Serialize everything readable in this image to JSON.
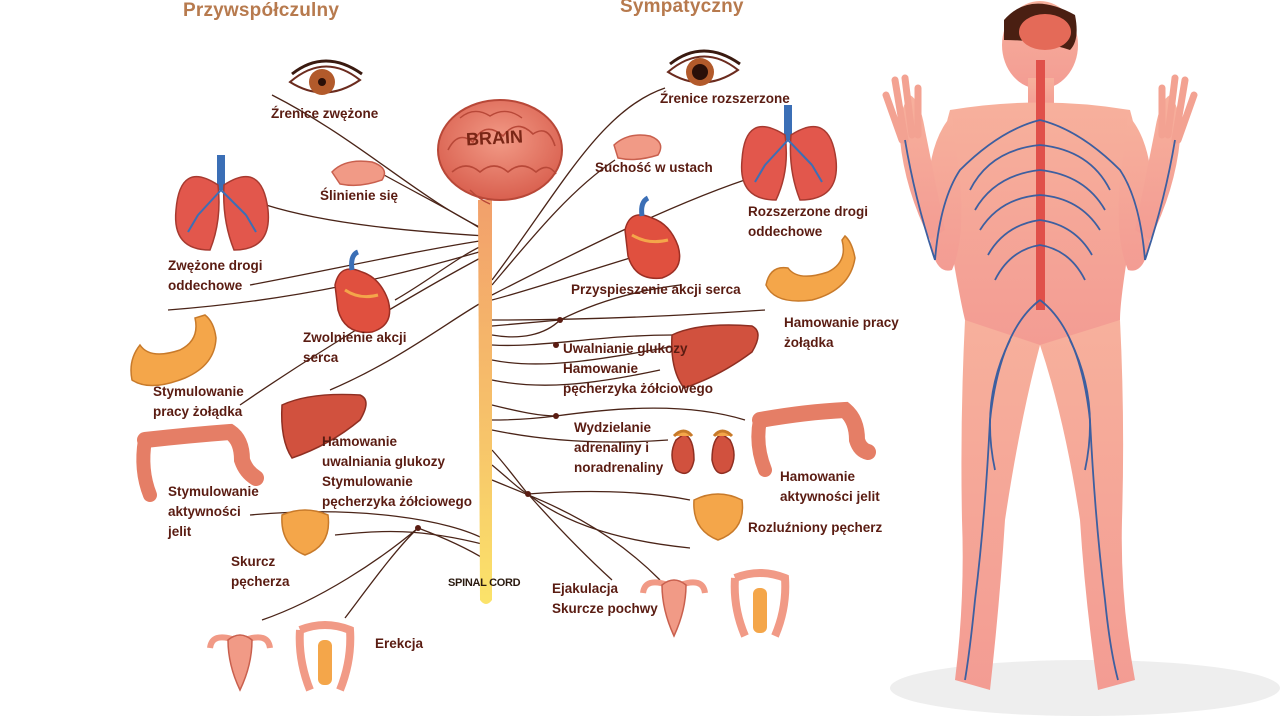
{
  "headers": {
    "parasympathetic": "Przywspółczulny",
    "sympathetic": "Sympatyczny"
  },
  "center": {
    "brain": "BRAIN",
    "spinal_cord": "SPINAL CORD"
  },
  "labels": {
    "pupils_constricted": "Źrenice zwężone",
    "salivation": "Ślinienie się",
    "airways_constricted": "Zwężone drogi\noddechowe",
    "heart_slowed": "Zwolnienie akcji\nserca",
    "stomach_stimulated": "Stymulowanie\npracy żołądka",
    "liver_inhibit": "Hamowanie\nuwalniania glukozy\nStymulowanie\npęcherzyka żółciowego",
    "intestines_stimulated": "Stymulowanie\naktywności\njelit",
    "bladder_contract": "Skurcz\npęcherza",
    "erection": "Erekcja",
    "pupils_dilated": "Źrenice rozszerzone",
    "dry_mouth": "Suchość w ustach",
    "airways_dilated": "Rozszerzone drogi\noddechowe",
    "heart_accel": "Przyspieszenie akcji serca",
    "stomach_inhibit": "Hamowanie pracy\nżołądka",
    "liver_release": "Uwalnianie glukozy\nHamowanie\npęcherzyka żółciowego",
    "adrenaline": "Wydzielanie\nadrenaliny i\nnoradrenaliny",
    "intestines_inhibit": "Hamowanie\naktywności jelit",
    "bladder_relaxed": "Rozluźniony pęcherz",
    "ejaculation": "Ejakulacja\nSkurcze pochwy"
  },
  "colors": {
    "label_text": "#5a1c12",
    "header_text": "#b77a4e",
    "nerve_line": "#4a2418",
    "organ_red": "#c9453a",
    "organ_orange": "#f4a64a",
    "body_skin": "#f6a89a",
    "nerve_blue": "#3d5fa0",
    "spine_red": "#e0504a"
  }
}
